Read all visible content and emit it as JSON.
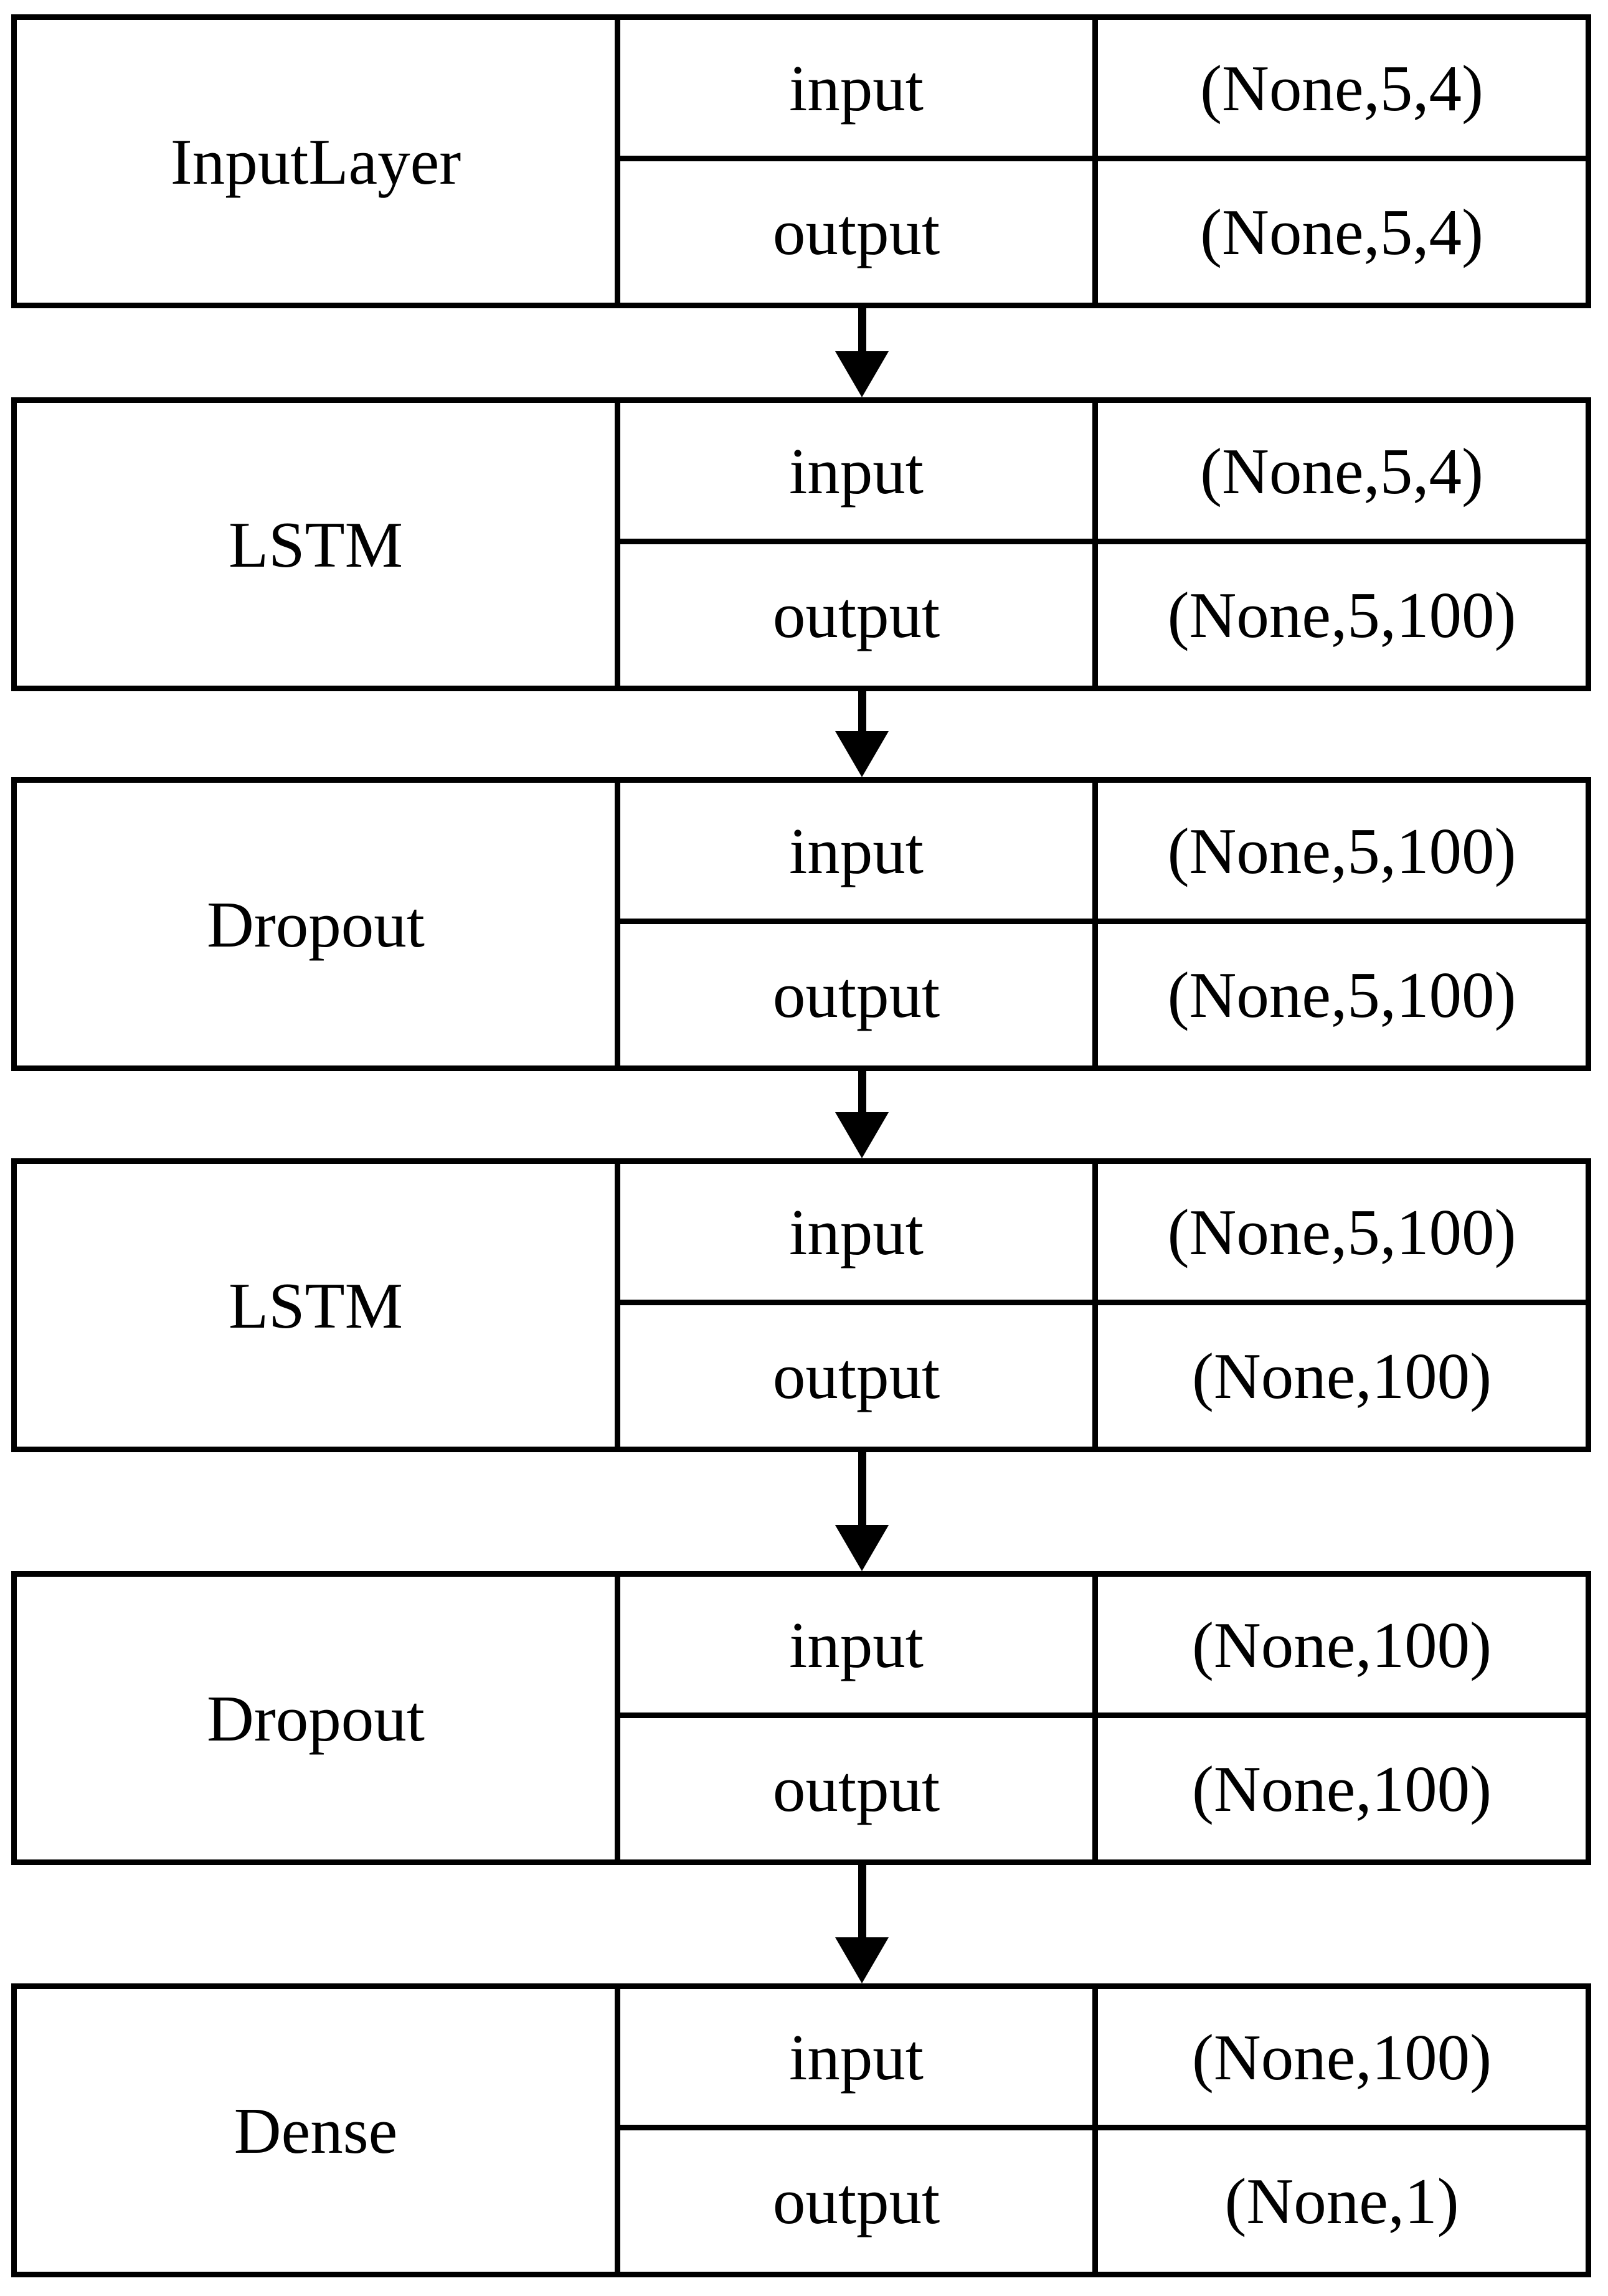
{
  "diagram": {
    "type": "neural-network-layer-diagram",
    "row_labels": {
      "input": "input",
      "output": "output"
    },
    "layers": [
      {
        "name": "InputLayer",
        "input_shape": "(None,5,4)",
        "output_shape": "(None,5,4)"
      },
      {
        "name": "LSTM",
        "input_shape": "(None,5,4)",
        "output_shape": "(None,5,100)"
      },
      {
        "name": "Dropout",
        "input_shape": "(None,5,100)",
        "output_shape": "(None,5,100)"
      },
      {
        "name": "LSTM",
        "input_shape": "(None,5,100)",
        "output_shape": "(None,100)"
      },
      {
        "name": "Dropout",
        "input_shape": "(None,100)",
        "output_shape": "(None,100)"
      },
      {
        "name": "Dense",
        "input_shape": "(None,100)",
        "output_shape": "(None,1)"
      }
    ],
    "colors": {
      "line": "#000000",
      "background": "#ffffff"
    }
  }
}
